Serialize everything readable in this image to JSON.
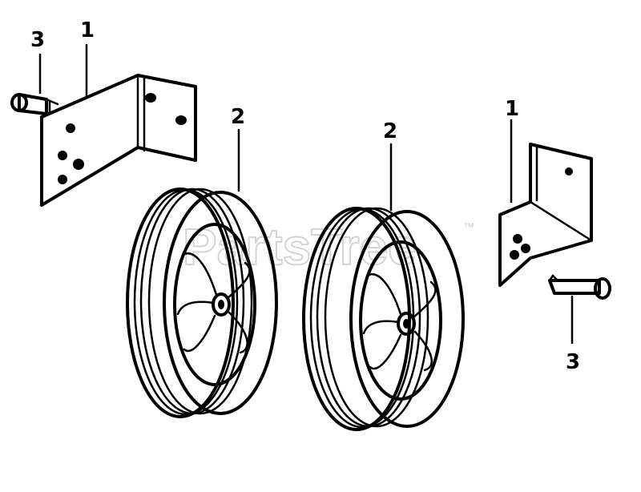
{
  "watermark": {
    "text": "PartsTree",
    "trademark": "™",
    "color": "#d4d4d4"
  },
  "callouts": {
    "bracket_left": "1",
    "bolt_left": "3",
    "wheel_left": "2",
    "wheel_right": "2",
    "bracket_right": "1",
    "bolt_right": "3"
  },
  "colors": {
    "ink": "#000000",
    "background": "#ffffff"
  }
}
